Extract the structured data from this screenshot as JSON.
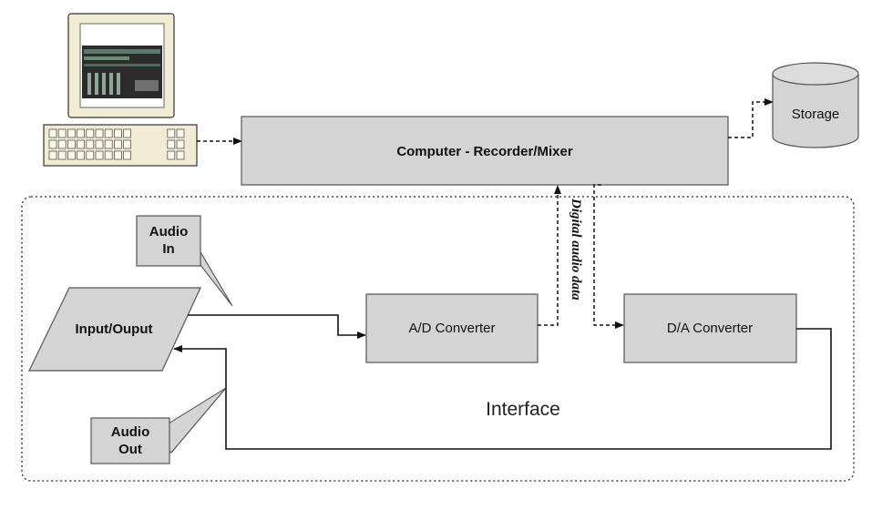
{
  "nodes": {
    "computer": "Computer - Recorder/Mixer",
    "storage": "Storage",
    "audio_in": [
      "Audio",
      "In"
    ],
    "audio_out": [
      "Audio",
      "Out"
    ],
    "io": "Input/Ouput",
    "ad": "A/D Converter",
    "da": "D/A Converter",
    "interface": "Interface"
  },
  "edges": {
    "digital": "Digital audio data"
  },
  "colors": {
    "box_fill": "#d4d4d4",
    "box_stroke": "#555555",
    "line": "#111111"
  }
}
